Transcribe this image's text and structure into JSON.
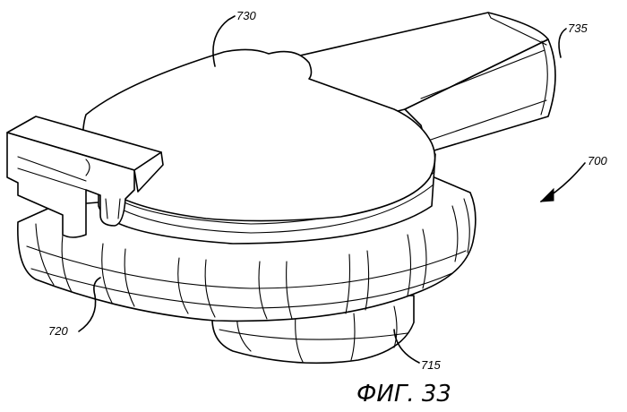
{
  "labels": {
    "cover": "730",
    "handle": "735",
    "assembly": "700",
    "ring": "720",
    "base": "715"
  },
  "caption": "ФИГ. 33"
}
